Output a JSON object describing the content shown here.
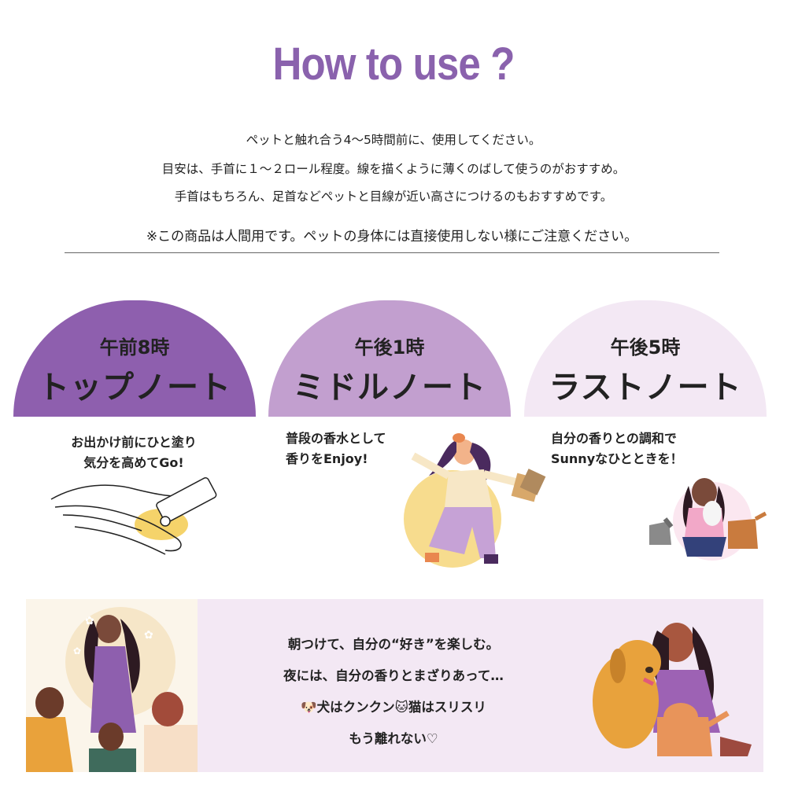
{
  "title": "How to use ?",
  "intro": [
    "ペットと触れ合う4～5時間前に、使用してください。",
    "目安は、手首に１～２ロール程度。線を描くように薄くのばして使うのがおすすめ。",
    "手首はもちろん、足首などペットと目線が近い高さにつけるのもおすすめです。"
  ],
  "note": "※この商品は人間用です。ペットの身体には直接使用しない様にご注意ください。",
  "notes": [
    {
      "time": "午前8時",
      "name": "トップノート",
      "caption": [
        "お出かけ前にひと塗り",
        "気分を高めてGo!"
      ]
    },
    {
      "time": "午後1時",
      "name": "ミドルノート",
      "caption": [
        "普段の香水として",
        "香りをEnjoy!"
      ]
    },
    {
      "time": "午後5時",
      "name": "ラストノート",
      "caption": [
        "自分の香りとの調和で",
        "Sunnyなひとときを！"
      ]
    }
  ],
  "bottom_lines": [
    "朝つけて、自分の“好き”を楽しむ。",
    "夜には、自分の香りとまざりあって…",
    "🐶犬はクンクン🐱猫はスリスリ",
    "もう離れない♡"
  ],
  "colors": {
    "accent": "#8a62ad",
    "top": "#8e5fae",
    "middle": "#c29fcf",
    "last": "#f3e8f4"
  }
}
